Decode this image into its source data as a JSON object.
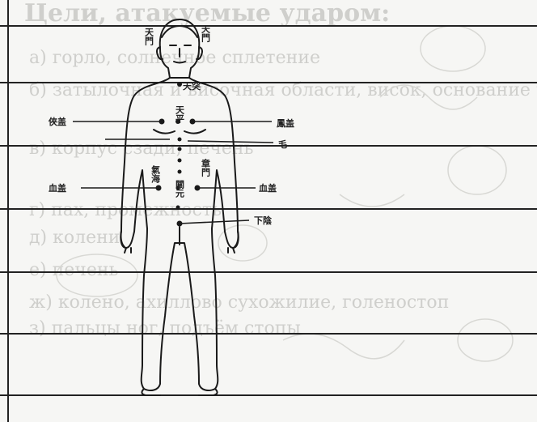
{
  "background_text": [
    "Цели, атакуемые ударом:",
    "а) горло, солнечное сплетение",
    "б) затылочная и височная области, висок, основание черепа",
    "в) корпус сзади, печень",
    "г) пах, промежность",
    "д) колени",
    "е) печень",
    "ж) колено, ахиллово сухожилие, голеностоп",
    "з) пальцы ног, подъём стопы"
  ],
  "point_labels": {
    "head_top_left": "天門",
    "head_top_right": "天門",
    "throat": "天突",
    "chest_left": "俠盖",
    "chest_center": "天平",
    "chest_right": "鳳盖",
    "solar_right": "毛",
    "abdomen_upper_left": "氣海",
    "abdomen_upper_right": "章門",
    "waist_left": "血盖",
    "abdomen_center": "關元",
    "waist_right": "血盖",
    "groin": "下陰"
  },
  "colors": {
    "ink": "#1a1a1a",
    "faded": "#cfcfcc"
  }
}
